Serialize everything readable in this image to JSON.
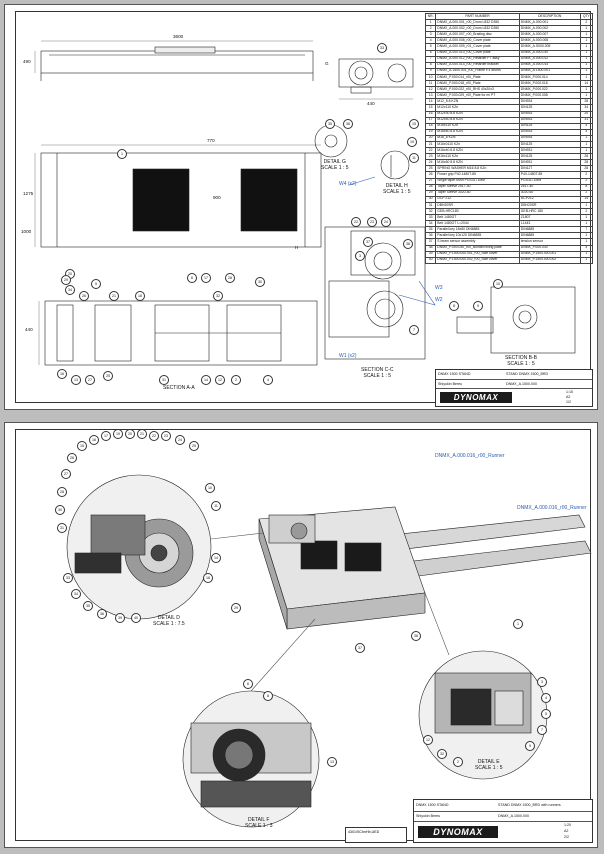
{
  "bom": {
    "headers": [
      "NR.",
      "PART NUMBER",
      "DESCRIPTION",
      "QTY"
    ],
    "rows": [
      [
        "1",
        "DNMX_A.000.001_r00_Drum L832 D350",
        "DNMX_A.000.001",
        "2"
      ],
      [
        "2",
        "DNMX_A.000.002_r00_Drum L832 D350",
        "DNMX_A.000.002",
        "1"
      ],
      [
        "3",
        "DNMX_A.000.007_r00_Braking disc",
        "DNMX_A.000.007",
        "1"
      ],
      [
        "4",
        "DNMX_A.000.008_r00_Cover plate",
        "DNMX_A.000.008",
        "1"
      ],
      [
        "5",
        "DNMX_A.000.009_r01_Cover plate",
        "DNMX_A.S000.005",
        "1"
      ],
      [
        "6",
        "DNMX_A.000.010_r00_Cover plate",
        "DNMX_A.000.010",
        "1"
      ],
      [
        "7",
        "DNMX_A.000.012_r00_Retarder FT assy",
        "DNMX_A.000.012",
        "1"
      ],
      [
        "8",
        "DNMX_A.000.014_r00_Retarder bracket",
        "DNMX_A.000.014",
        "1"
      ],
      [
        "9",
        "DNMX_A.1500.001_r00_Frame x 4 drums",
        "DNMX_A.1500.001",
        "1"
      ],
      [
        "10",
        "DNMX_P.000.014_r00_Plate",
        "DNMX_P.000.014",
        "1"
      ],
      [
        "11",
        "DNMX_P.000.018_r00_Plate",
        "DNMX_P.000.018",
        "14"
      ],
      [
        "12",
        "DNMX_P.000.022_r00_RHS 40x20x3",
        "DNMX_P.000.022",
        "1"
      ],
      [
        "13",
        "DNMX_P.000.029_r00_Plate for mi PT",
        "DNMX_P.000.008",
        "1"
      ],
      [
        "14",
        "M12_8.8 KZN",
        "DIN934",
        "28"
      ],
      [
        "15",
        "M12x110 KZn",
        "DIN125",
        "34"
      ],
      [
        "16",
        "M12x30 8.8 KZN",
        "DIN933",
        "20"
      ],
      [
        "17",
        "M12x40 8.8 KZN",
        "DIN933",
        "31"
      ],
      [
        "18",
        "M16x110 KZn",
        "DIN125",
        "4"
      ],
      [
        "19",
        "M16x40 8.8 KZN",
        "DIN933",
        "4"
      ],
      [
        "20",
        "M16_8 KZN",
        "DIN934",
        "1"
      ],
      [
        "21",
        "M16x0110 KZn",
        "DIN125",
        "1"
      ],
      [
        "22",
        "M16x40 8.8 KZN",
        "DIN931",
        "1"
      ],
      [
        "23",
        "M16x110 KZn",
        "DIN125",
        "28"
      ],
      [
        "24",
        "M16x60 8.8 KZN",
        "DIN931",
        "28"
      ],
      [
        "25",
        "SPRING WASHER M16 8.8 KZn",
        "DIN127",
        "28"
      ],
      [
        "26",
        "Power grip P40-1480T-85",
        "P40-1480T-85",
        "2"
      ],
      [
        "27",
        "Single taper bush PGS3171MM",
        "PGS3171MM",
        "2"
      ],
      [
        "28",
        "Taper Sleeve 2517-40",
        "2517-40",
        "8"
      ],
      [
        "29",
        "Taper Sleeve 3020-60",
        "3020-60",
        "2"
      ],
      [
        "30",
        "UCP 212",
        "UCP212",
        "14"
      ],
      [
        "31",
        "DBH20SR",
        "DBH20SR",
        "1"
      ],
      [
        "32",
        "GEB-HRC180",
        "GEB-HRC 180",
        "2"
      ],
      [
        "33",
        "Belt 1480GT",
        "Z180T",
        "1"
      ],
      [
        "34",
        "Belt 1480GT L=2044",
        "L1443",
        "1"
      ],
      [
        "35",
        "Parallel key 18x80 DIN6885",
        "DIN6885",
        "7"
      ],
      [
        "36",
        "Parallel key 10x120 DIN6885",
        "DIN6885",
        "1"
      ],
      [
        "37",
        "S beam sensor assembly",
        "tension sensor",
        "1"
      ],
      [
        "38",
        "DNMX_P.000.030_r00_Bonded fixing plate",
        "DNMX_P.000.030",
        "4"
      ],
      [
        "39",
        "DNMX_P.1500.000.001_r00_Side cover",
        "DNMX_P.1500.000.001",
        "1"
      ],
      [
        "40",
        "DNMX_P.1500.000.002_r00_Side cover",
        "DNMX_P.1500.000.002",
        "1"
      ]
    ]
  },
  "sheet1": {
    "dims": {
      "top_overall": "3600",
      "top_height": "490",
      "end_width": "440",
      "plan_width": "770",
      "plan_height": "900",
      "plan_left": "1275",
      "plan_bottom": "1000",
      "sec_a_width": "440"
    },
    "captions": {
      "detail_g": "DETAIL G\nSCALE 1 : 5",
      "detail_h": "DETAIL H\nSCALE 1 : 5",
      "section_aa": "SECTION A-A",
      "section_cc": "SECTION C-C\nSCALE 1 : 5",
      "section_bb": "SECTION B-B\nSCALE 1 : 5"
    },
    "annotations": {
      "w4": "W4 (x2)",
      "w3": "W3",
      "w2": "W2",
      "w1": "W1 (x2)",
      "g_letter": "G",
      "h_letter": "H"
    },
    "title_block": {
      "title": "DNMX 1500 STAND",
      "drawing_title": "STAND DNMX 1500_BRD",
      "author": "Shlyukin Bereu",
      "drawing_no": "DNMX_A.1500.000",
      "scale": "1:15",
      "size": "A2",
      "sheet": "1/2",
      "logo": "DYNOMAX"
    }
  },
  "sheet2": {
    "runner_1": "DNMX_A.000.016_r00_Runner",
    "runner_2": "DNMX_A.000.016_r00_Runner",
    "captions": {
      "detail_d": "DETAIL D\nSCALE 1 : 7.5",
      "detail_f": "DETAIL F\nSCALE 1 : 3",
      "detail_e": "DETAIL E\nSCALE 1 : 5"
    },
    "title_block": {
      "title": "DNMX 1500 STAND",
      "drawing_title": "STAND DNMX 1500_BRD with runners",
      "author": "Shlyukin Bereu",
      "drawing_no": "DNMX_A.1500.000",
      "scale": "1:20",
      "size": "A2",
      "sheet": "2/2",
      "logo": "DYNOMAX"
    },
    "small_box_text": "4301/SChnHb,UED"
  },
  "balloons_sheet1": [
    "33",
    "35",
    "36",
    "15",
    "19",
    "11",
    "22",
    "23",
    "24",
    "37",
    "3",
    "1",
    "20",
    "34",
    "26",
    "5",
    "21",
    "18",
    "6",
    "17",
    "30",
    "16",
    "13",
    "27",
    "25",
    "31",
    "14",
    "12",
    "2",
    "4",
    "9",
    "10",
    "29",
    "28",
    "32",
    "38",
    "7",
    "8"
  ],
  "balloons_sheet2": [
    "15",
    "16",
    "17",
    "19",
    "20",
    "21",
    "22",
    "23",
    "24",
    "25",
    "26",
    "27",
    "28",
    "30",
    "31",
    "33",
    "34",
    "35",
    "36",
    "39",
    "40",
    "10",
    "11",
    "14",
    "18",
    "3",
    "4",
    "5",
    "7",
    "9",
    "12",
    "32",
    "2",
    "6",
    "8",
    "13",
    "37",
    "38",
    "1",
    "29"
  ],
  "colors": {
    "line": "#222222",
    "blue_dim": "#2a5db0",
    "logo_bg": "#1b1b1b",
    "sheet_bg": "#ffffff",
    "page_bg": "#bdbdbd"
  }
}
